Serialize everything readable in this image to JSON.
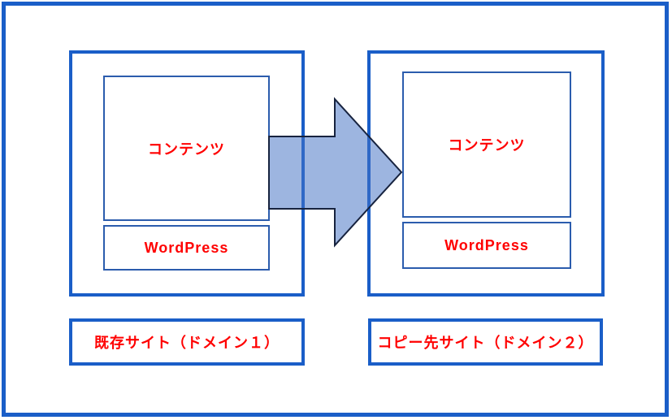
{
  "colors": {
    "frame_blue": "#1A5EC8",
    "inner_border_blue": "#2B5CAD",
    "label_red": "#FF0000",
    "arrow_fill": "#4472C4",
    "arrow_outline": "#17233F"
  },
  "left_site": {
    "content_label": "コンテンツ",
    "platform_label": "WordPress",
    "caption": "既存サイト（ドメイン１）"
  },
  "right_site": {
    "content_label": "コンテンツ",
    "platform_label": "WordPress",
    "caption": "コピー先サイト（ドメイン２）"
  },
  "arrow": {
    "icon": "right-arrow",
    "fill_opacity": "0.52"
  }
}
